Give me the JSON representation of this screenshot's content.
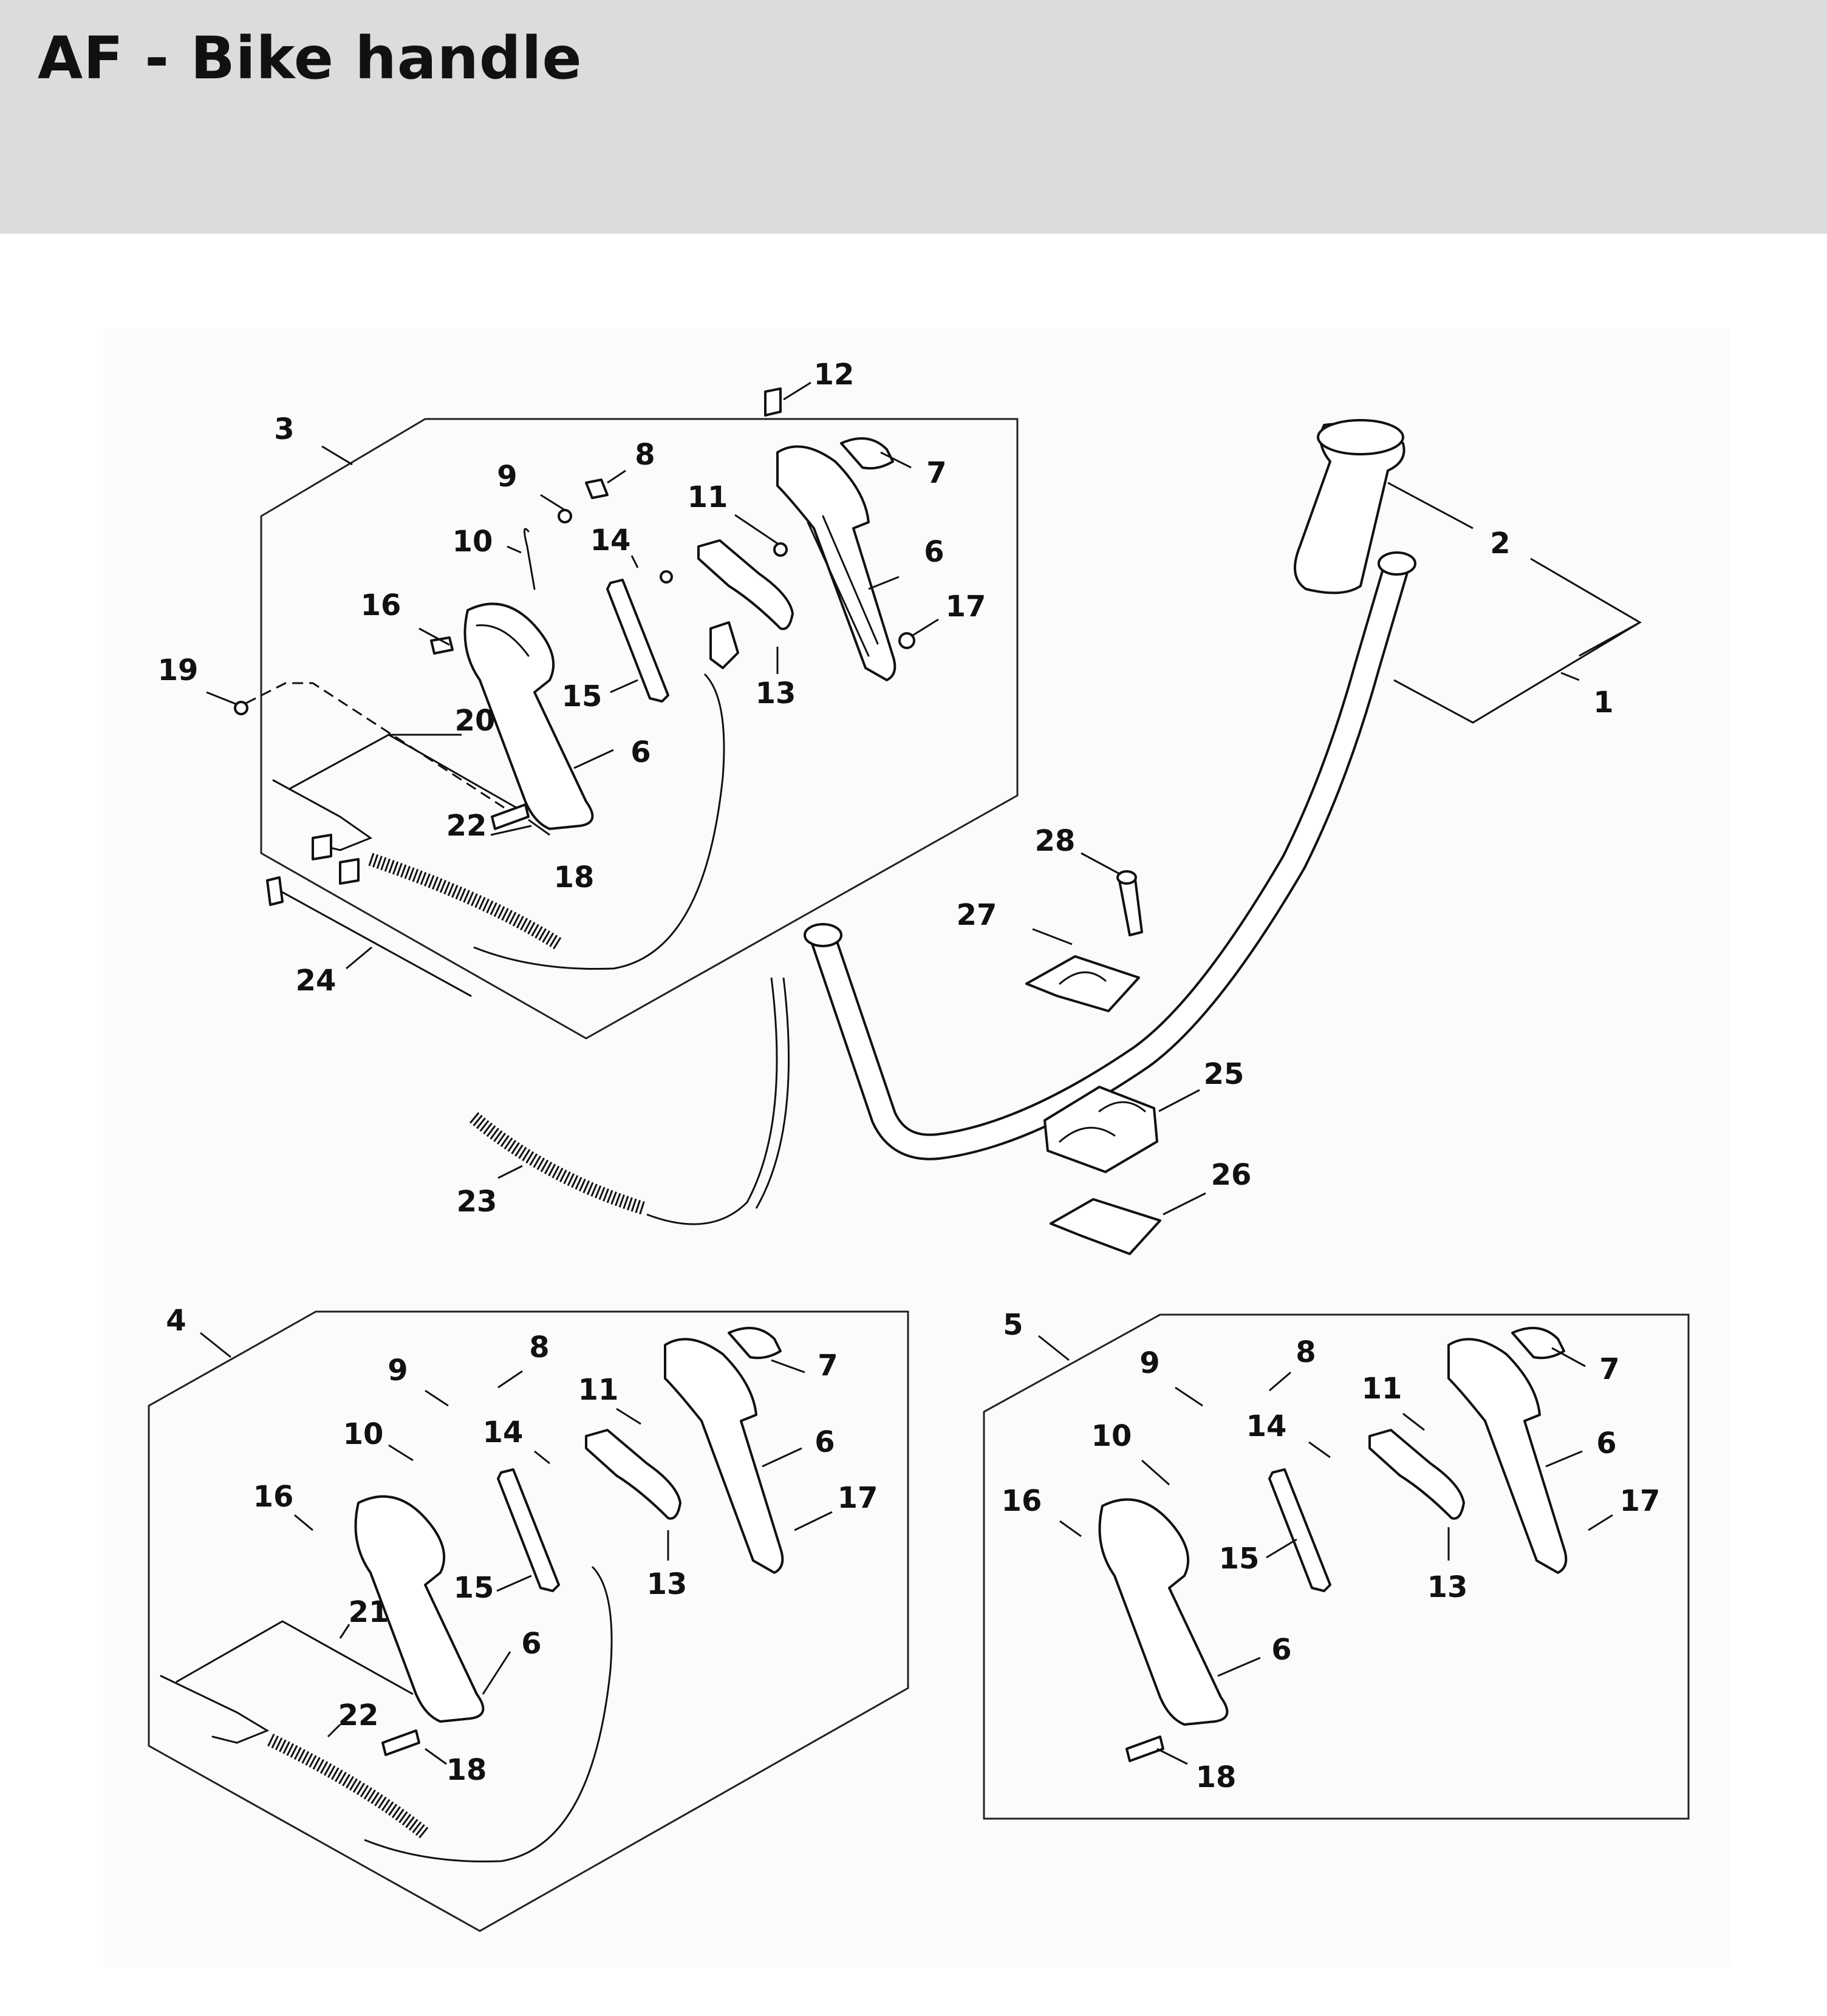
{
  "title": "AF - Bike handle",
  "callouts": {
    "1": "1",
    "2": "2",
    "3": "3",
    "4": "4",
    "5": "5",
    "6": "6",
    "7": "7",
    "8": "8",
    "9": "9",
    "10": "10",
    "11": "11",
    "12": "12",
    "13": "13",
    "14": "14",
    "15": "15",
    "16": "16",
    "17": "17",
    "18": "18",
    "19": "19",
    "20": "20",
    "21": "21",
    "22": "22",
    "23": "23",
    "24": "24",
    "25": "25",
    "26": "26",
    "27": "27",
    "28": "28"
  }
}
